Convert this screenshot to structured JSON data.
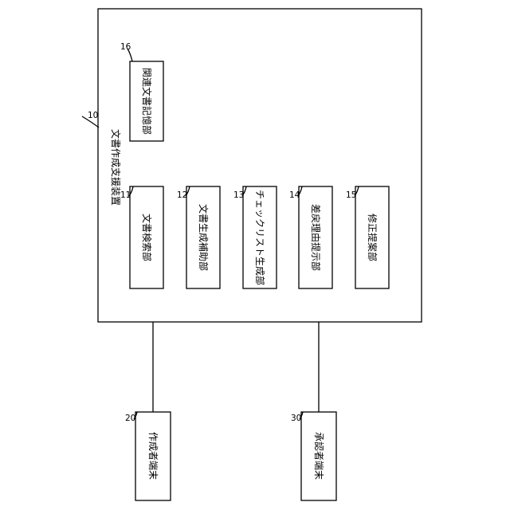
{
  "device": {
    "label": "文書作成支援装置",
    "ref": "10"
  },
  "storage": {
    "label": "関連文書記憶部",
    "ref": "16"
  },
  "units": [
    {
      "label": "文書検索部",
      "ref": "11"
    },
    {
      "label": "文書生成補助部",
      "ref": "12"
    },
    {
      "label": "チェックリスト生成部",
      "ref": "13"
    },
    {
      "label": "差戻理由提示部",
      "ref": "14"
    },
    {
      "label": "修正提案部",
      "ref": "15"
    }
  ],
  "terminals": [
    {
      "label": "作成者端末",
      "ref": "20"
    },
    {
      "label": "承認者端末",
      "ref": "30"
    }
  ]
}
